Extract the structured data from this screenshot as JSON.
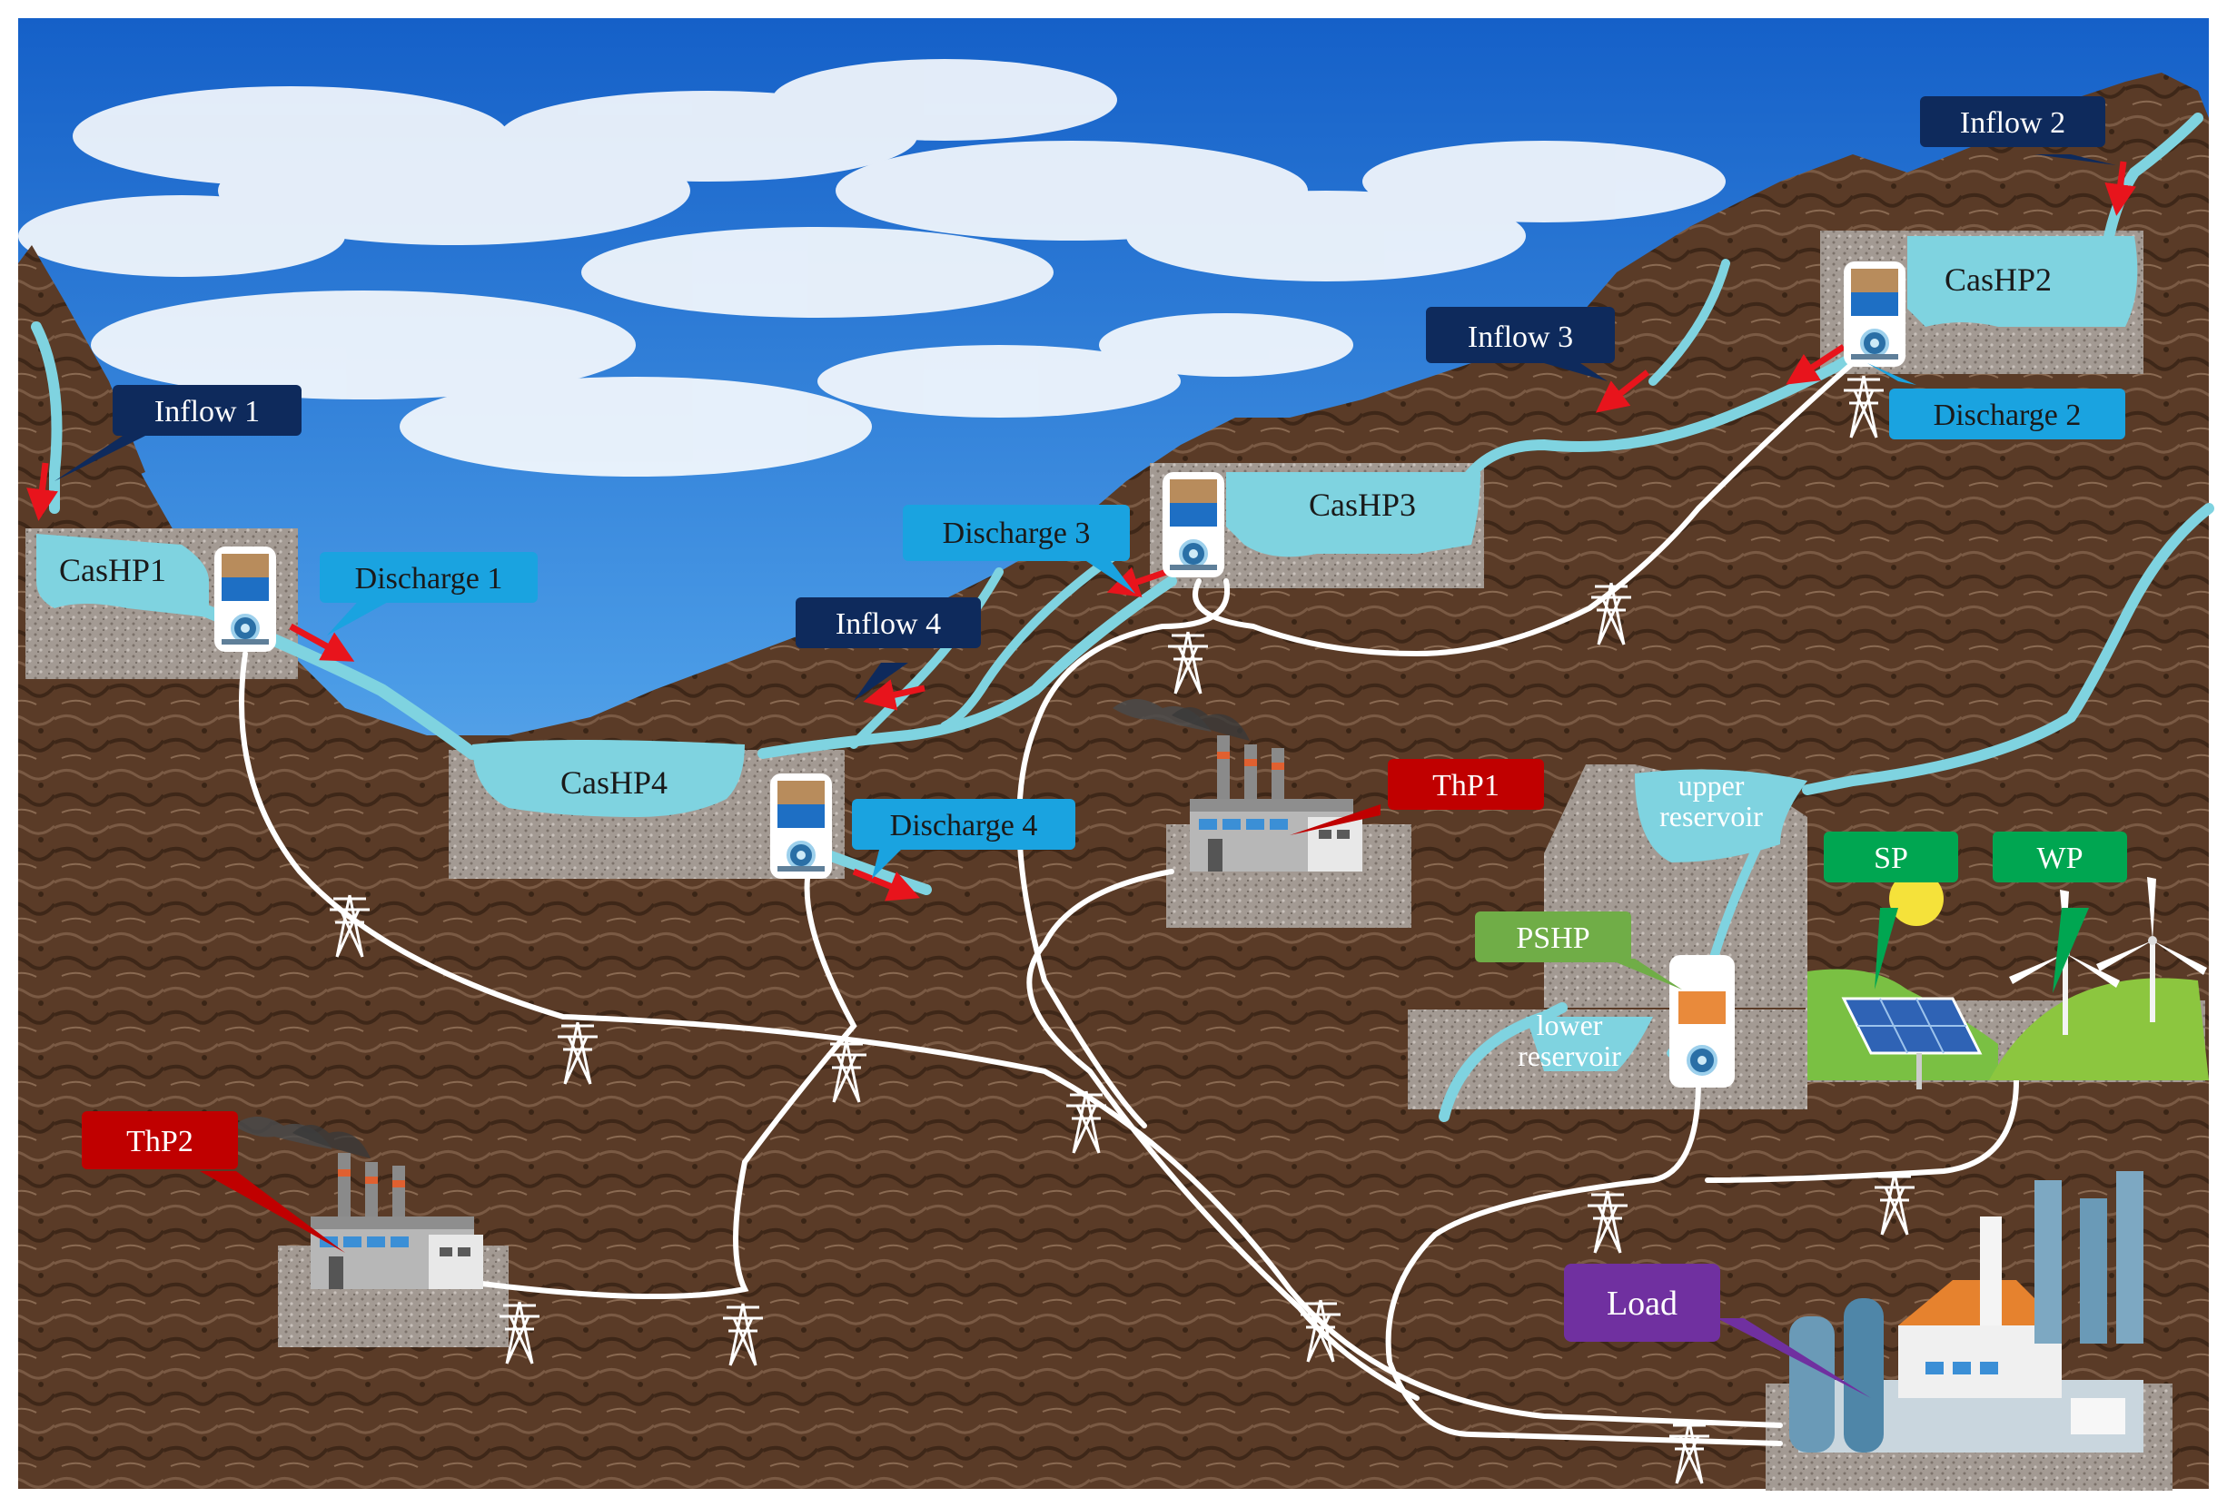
{
  "labels": {
    "inflow1": "Inflow 1",
    "inflow2": "Inflow 2",
    "inflow3": "Inflow 3",
    "inflow4": "Inflow 4",
    "discharge1": "Discharge 1",
    "discharge2": "Discharge 2",
    "discharge3": "Discharge 3",
    "discharge4": "Discharge 4",
    "cashp1": "CasHP1",
    "cashp2": "CasHP2",
    "cashp3": "CasHP3",
    "cashp4": "CasHP4",
    "thp1": "ThP1",
    "thp2": "ThP2",
    "pshp": "PSHP",
    "sp": "SP",
    "wp": "WP",
    "load": "Load",
    "upper_reservoir_1": "upper",
    "upper_reservoir_2": "reservoir",
    "lower_reservoir_1": "lower",
    "lower_reservoir_2": "reservoir"
  },
  "colors": {
    "inflow_callout": "#0e2a5c",
    "discharge_callout": "#1aa3e0",
    "thermal_callout": "#c00000",
    "pshp_callout": "#70ad47",
    "renewable_callout": "#00a651",
    "load_callout": "#7030a0",
    "water": "#7fd3e0",
    "flow_arrow": "#e8141c",
    "transmission_line": "#ffffff",
    "mountain": "#5b3d2a",
    "sky_top": "#1a6fd0"
  },
  "icons": {
    "hydro_plant": "hydro-turbine-icon",
    "thermal_plant": "factory-icon",
    "transmission_tower": "pylon-icon",
    "solar": "solar-panel-icon",
    "wind": "wind-turbine-icon",
    "load": "industrial-load-icon"
  }
}
